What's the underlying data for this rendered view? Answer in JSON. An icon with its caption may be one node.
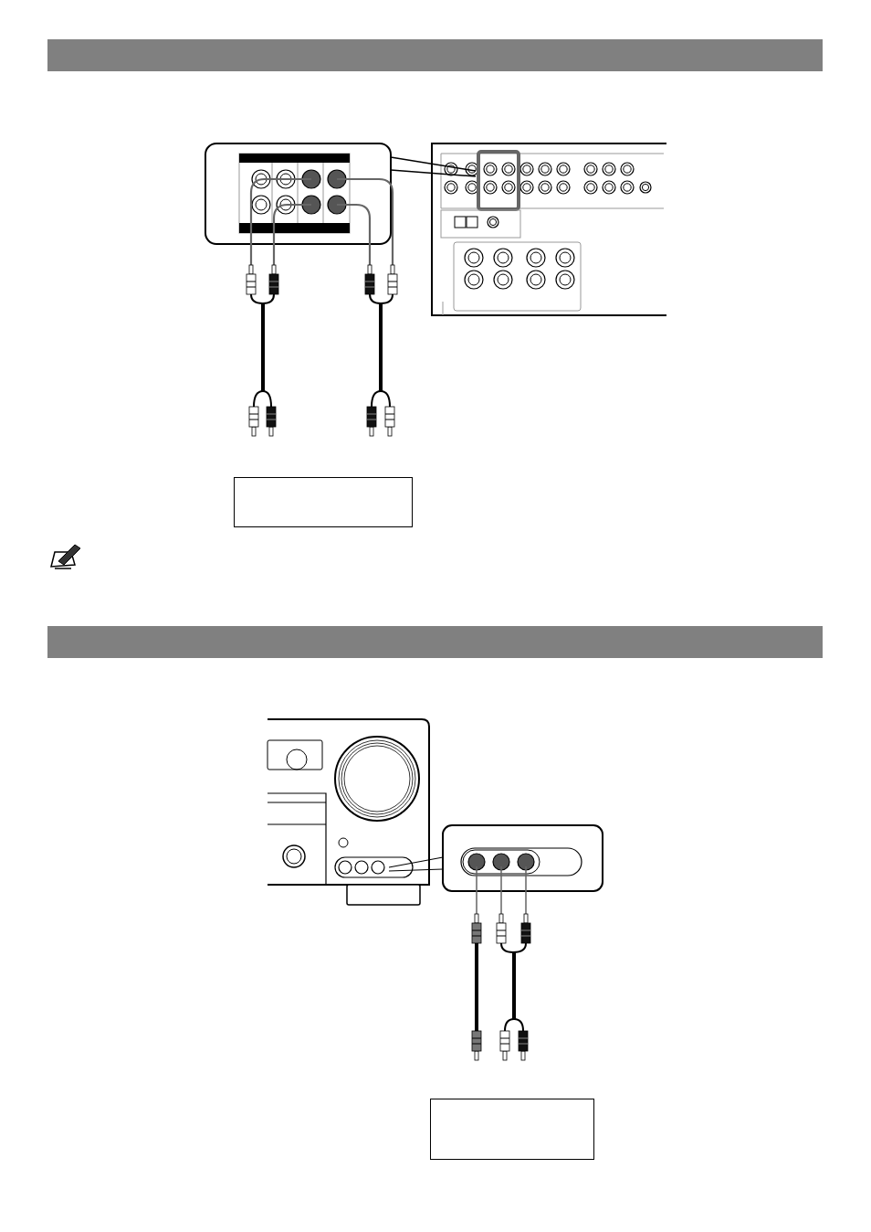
{
  "diagram": {
    "nodes": [
      {
        "text": [],
        "shape": "bar"
      },
      {
        "text": [],
        "shape": "box"
      },
      {
        "text": [],
        "shape": "bar"
      },
      {
        "text": [],
        "shape": "box"
      }
    ]
  }
}
